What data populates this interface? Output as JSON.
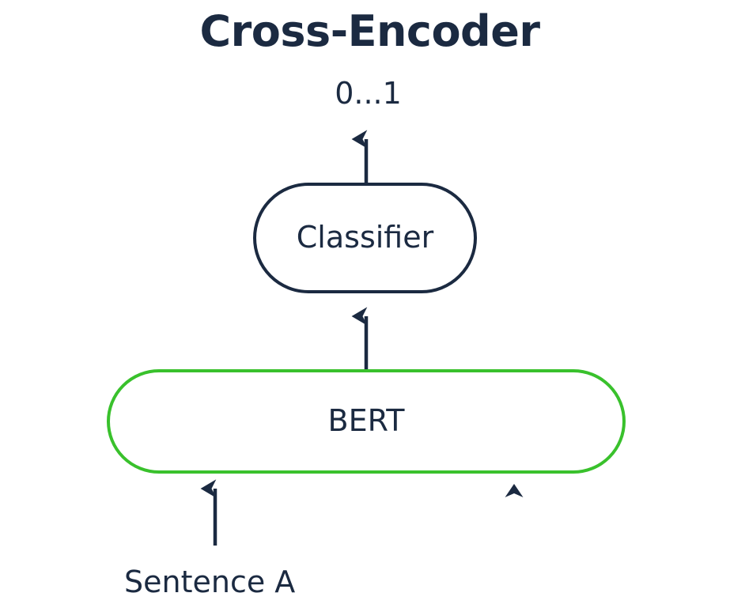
{
  "diagram": {
    "title": "Cross-Encoder",
    "background_color": "#ffffff",
    "ink_color": "#1b2a41",
    "accent_color": "#39c12c"
  },
  "output": {
    "score_label": "0...1"
  },
  "nodes": [
    {
      "id": "classifier",
      "label": "Classifier",
      "shape": "pill",
      "border_color": "#1b2a41"
    },
    {
      "id": "bert",
      "label": "BERT",
      "shape": "pill",
      "border_color": "#39c12c"
    }
  ],
  "inputs": [
    {
      "id": "sentence-a",
      "label": "Sentence A"
    },
    {
      "id": "sentence-b",
      "label": ""
    }
  ],
  "edges": [
    {
      "id": "bert-to-classifier",
      "from": "bert",
      "to": "classifier",
      "arrow": "up"
    },
    {
      "id": "classifier-to-score",
      "from": "classifier",
      "to": "score",
      "arrow": "up"
    },
    {
      "id": "sentence-a-to-bert",
      "from": "sentence-a",
      "to": "bert",
      "arrow": "up"
    },
    {
      "id": "sentence-b-to-bert",
      "from": "sentence-b",
      "to": "bert",
      "arrow": "up"
    }
  ]
}
